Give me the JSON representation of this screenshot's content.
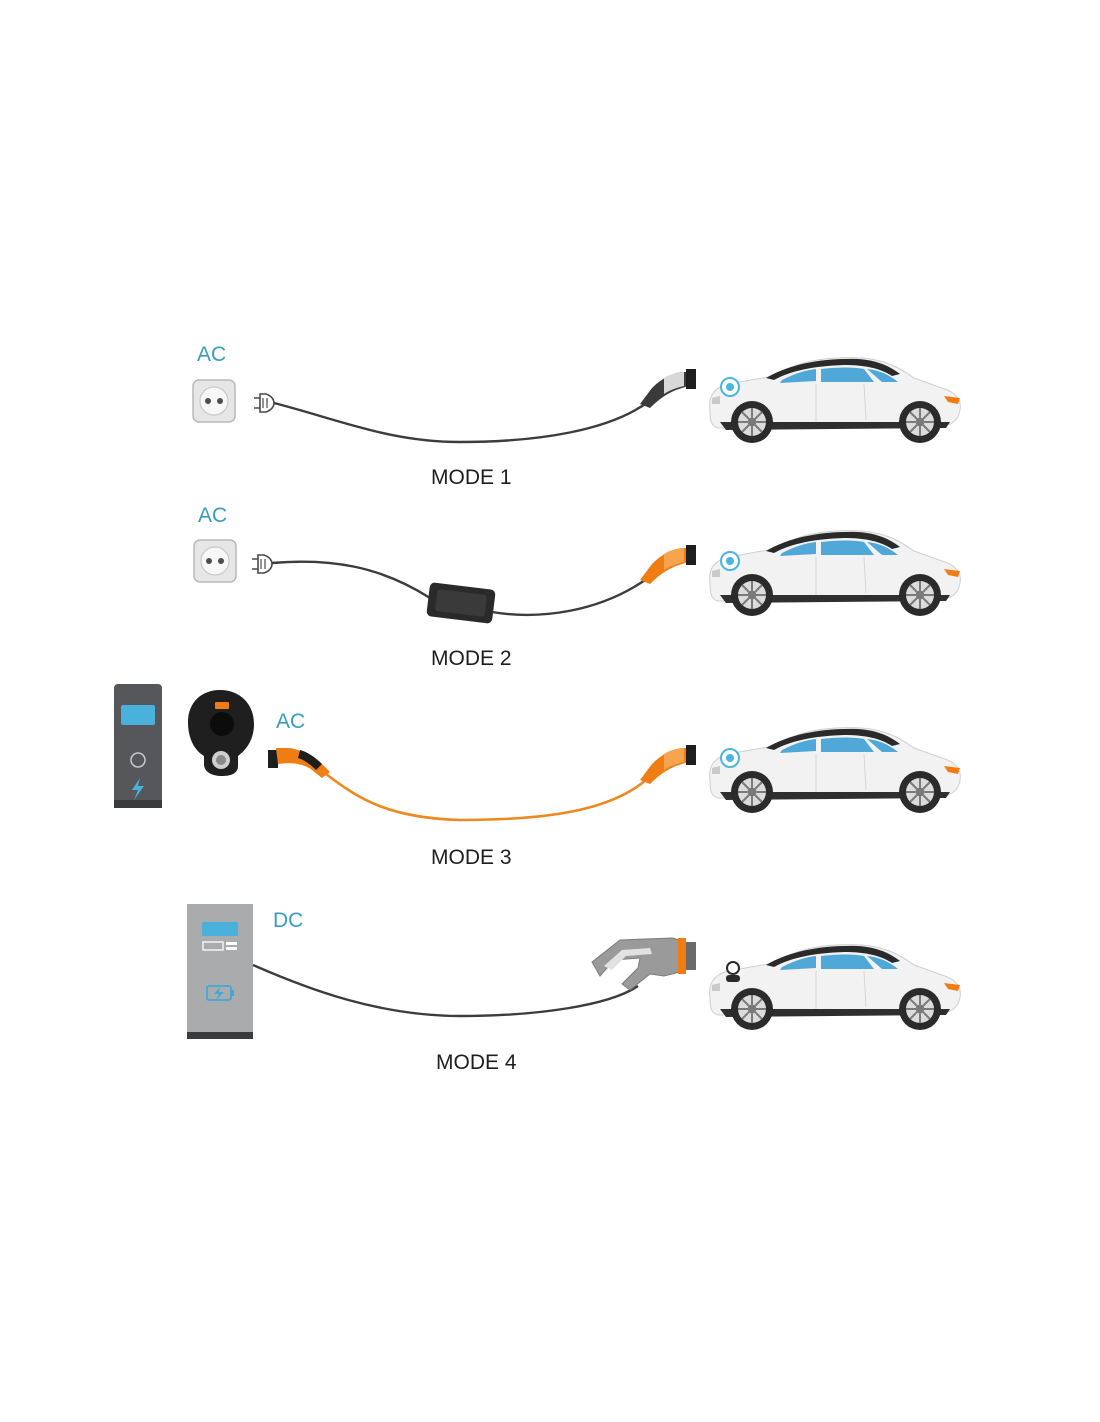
{
  "rows": [
    {
      "current_label": "AC",
      "mode_label": "MODE 1",
      "source": "wall-socket",
      "device": "plain-cable",
      "cable_color": "#3c3c3c",
      "connector_color": "#3a3a3a"
    },
    {
      "current_label": "AC",
      "mode_label": "MODE 2",
      "source": "wall-socket",
      "device": "in-cable-control-box",
      "cable_color": "#3c3c3c",
      "connector_color": "#f07d14"
    },
    {
      "current_label": "AC",
      "mode_label": "MODE 3",
      "source": "wallbox-charging-station",
      "device": "type2-cable",
      "cable_color": "#ee8820",
      "connector_color": "#f07d14"
    },
    {
      "current_label": "DC",
      "mode_label": "MODE 4",
      "source": "dc-fast-charger",
      "device": "ccs-connector",
      "cable_color": "#3c3c3c",
      "connector_color": "#9a9a9a"
    }
  ],
  "colors": {
    "accent_text": "#3a9cc0",
    "car_body": "#f2f2f2",
    "car_window": "#4fa8d8",
    "car_port": "#49b6e0",
    "charger_dark": "#55575a",
    "charger_screen": "#4ab0dc",
    "dc_station_body": "#a9abad"
  },
  "icons": [
    "socket-icon",
    "plug-icon",
    "control-box-icon",
    "wallbox-icon",
    "wall-socket-type2-icon",
    "dc-station-icon",
    "car-icon",
    "lightning-icon",
    "battery-icon"
  ]
}
